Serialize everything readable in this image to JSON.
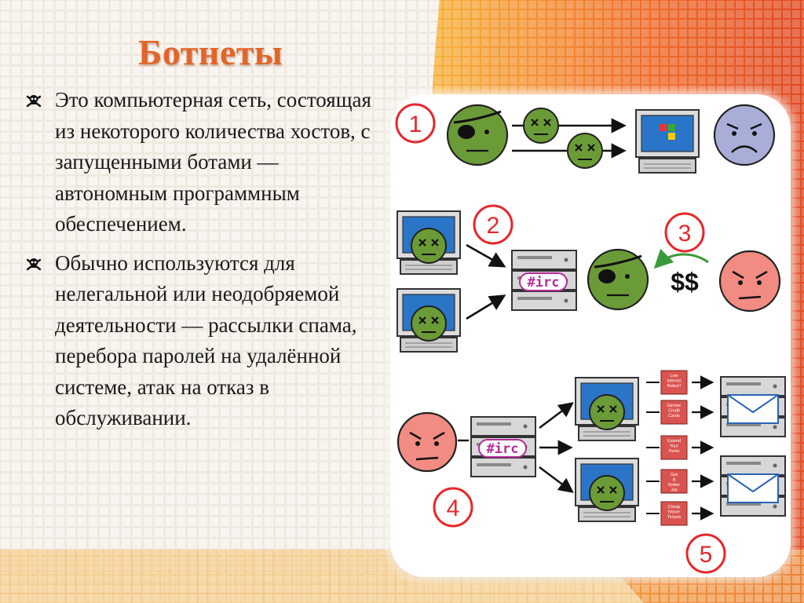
{
  "slide": {
    "title": "Ботнеты",
    "bullets": [
      {
        "text": "Это компьютерная сеть, состоящая из некоторого количества хостов, с запущенными ботами — автономным программным обеспечением.",
        "icon": "skull-crossbones-icon"
      },
      {
        "text": "Обычно используются для нелегальной или неодобряемой деятельности — рассылки спама, перебора паролей на удалённой системе, атак на отказ в обслуживании.",
        "icon": "skull-crossbones-icon"
      }
    ]
  },
  "diagram": {
    "steps": [
      "1",
      "2",
      "3",
      "4",
      "5"
    ],
    "irc_label": "#irc",
    "money_label": "$$",
    "spam_labels": [
      "Low Interest Rates!!",
      "Gimme Credit Cards",
      "Extend Your Penis",
      "Get A Better Job",
      "Cheap Movie Tickets"
    ],
    "colors": {
      "step": "#e8262a",
      "bot_face": "#6b9b37",
      "owner_face": "#f28b82",
      "victim_face": "#a9aed8",
      "screen": "#2a75c8",
      "spam_box": "#d9534f",
      "irc": "#b52c9a",
      "title": "#e2652a"
    }
  }
}
